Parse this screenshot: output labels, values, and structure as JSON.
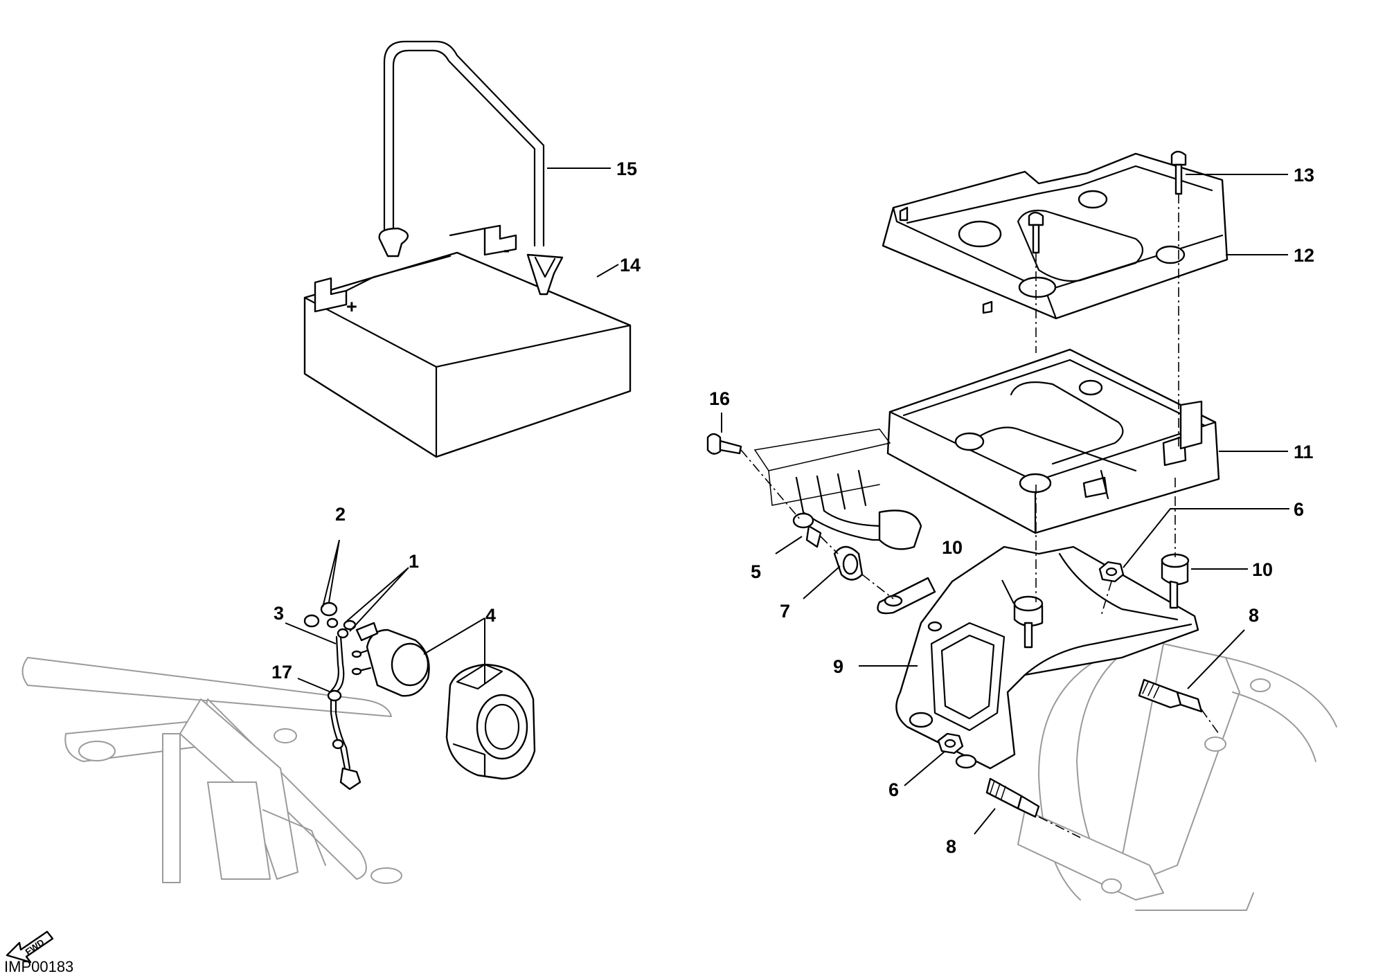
{
  "diagram_code": "IMP00183",
  "fwd_label": "FWD",
  "callouts": {
    "c1": "1",
    "c2": "2",
    "c3": "3",
    "c4": "4",
    "c5": "5",
    "c6a": "6",
    "c6b": "6",
    "c7": "7",
    "c8a": "8",
    "c8b": "8",
    "c9": "9",
    "c10a": "10",
    "c10b": "10",
    "c11": "11",
    "c12": "12",
    "c13": "13",
    "c14": "14",
    "c15": "15",
    "c16": "16",
    "c17": "17"
  },
  "battery_symbols": {
    "positive": "+",
    "negative": "-"
  },
  "colors": {
    "line": "#000000",
    "background": "#ffffff",
    "ghost_frame": "#9a9a9a"
  }
}
